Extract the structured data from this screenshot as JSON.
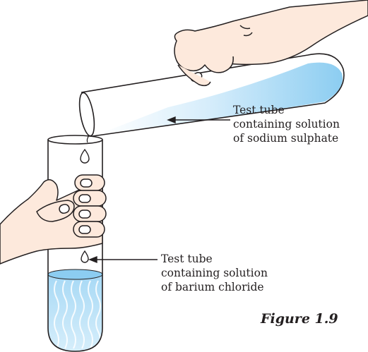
{
  "figure": {
    "caption": "Figure 1.9",
    "labels": {
      "upper_tube": {
        "lines": [
          "Test tube",
          "containing solution",
          "of sodium sulphate"
        ]
      },
      "lower_tube": {
        "lines": [
          "Test tube",
          "containing solution",
          "of barium chloride"
        ]
      }
    },
    "colors": {
      "outline": "#231f20",
      "skin": "#fde9dc",
      "solution_light": "#d4ecfa",
      "solution_mid": "#9fd3f2"
    }
  }
}
